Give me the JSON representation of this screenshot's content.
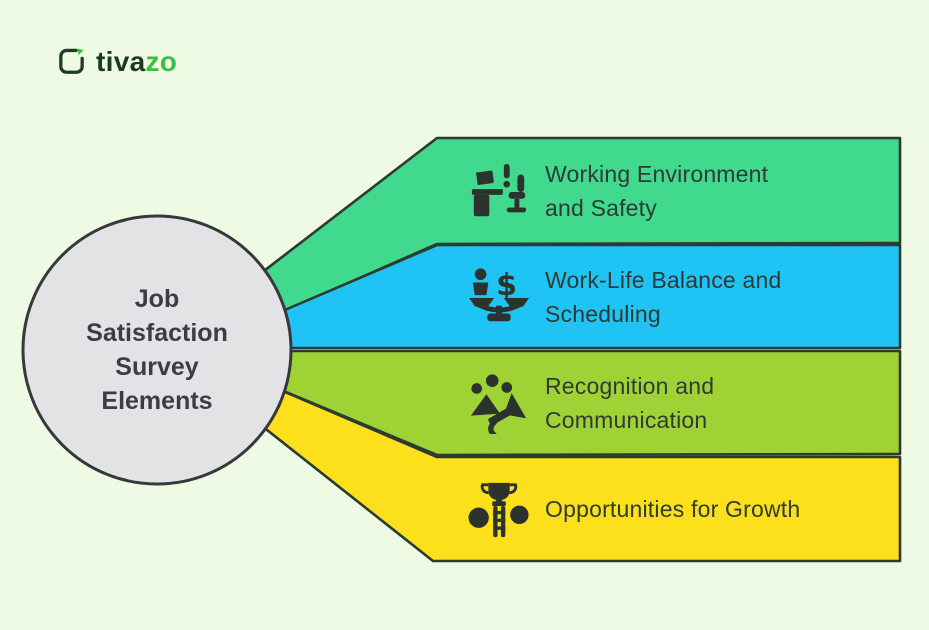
{
  "logo": {
    "brand_prefix": "tiva",
    "brand_suffix": "zo",
    "mark_icon": "tivazo-mark-icon",
    "prefix_color": "#1c3a20",
    "suffix_color": "#3cc043"
  },
  "hub": {
    "lines": [
      "Job",
      "Satisfaction",
      "Survey",
      "Elements"
    ],
    "fill": "#e3e3e6",
    "border_color": "#35393c",
    "text_color": "#3b3e40"
  },
  "bands": [
    {
      "label_line1": "Working Environment",
      "label_line2": "and Safety",
      "color": "#40d98e",
      "icon": "workstation-icon"
    },
    {
      "label_line1": "Work-Life Balance and",
      "label_line2": "Scheduling",
      "color": "#1fc3f4",
      "icon": "work-life-balance-icon"
    },
    {
      "label_line1": "Recognition and",
      "label_line2": "Communication",
      "color": "#9fd335",
      "icon": "recognition-megaphone-icon"
    },
    {
      "label_line1": "Opportunities for Growth",
      "label_line2": "",
      "color": "#fce01b",
      "icon": "trophy-ladder-icon"
    }
  ],
  "colors": {
    "background": "#eefae3",
    "outline": "#2d3a31",
    "band_text": "#2f3a33",
    "icon_ink": "#2b332c"
  }
}
